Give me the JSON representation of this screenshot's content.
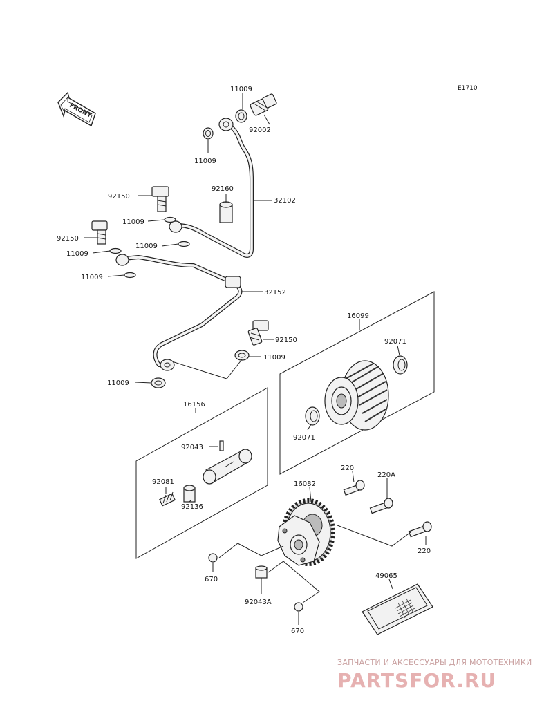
{
  "diagram_code": "E1710",
  "front_arrow": "FRONT",
  "labels": {
    "l11009_a": "11009",
    "l92002": "92002",
    "l11009_b": "11009",
    "l92160": "92160",
    "l32102": "32102",
    "l92150_a": "92150",
    "l11009_c": "11009",
    "l92150_b": "92150",
    "l11009_d": "11009",
    "l11009_e": "11009",
    "l11009_f": "11009",
    "l32152": "32152",
    "l92150_c": "92150",
    "l11009_g": "11009",
    "l11009_h": "11009",
    "l16099": "16099",
    "l92071_a": "92071",
    "l92071_b": "92071",
    "l16156": "16156",
    "l92043": "92043",
    "l92081": "92081",
    "l92136": "92136",
    "l220_a": "220",
    "l220A": "220A",
    "l16082": "16082",
    "l220_b": "220",
    "l670_a": "670",
    "l92043A": "92043A",
    "l670_b": "670",
    "l49065": "49065"
  },
  "watermark": {
    "tagline": "ЗАПЧАСТИ И АКСЕССУАРЫ ДЛЯ МОТОТЕХНИКИ",
    "brand": "PARTSFOR.RU"
  }
}
